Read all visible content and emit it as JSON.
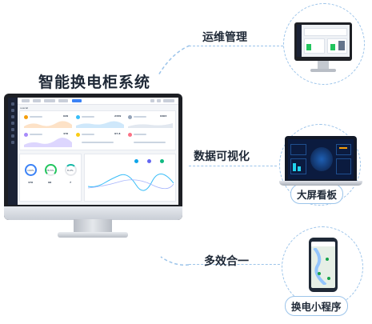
{
  "main_title": "智能换电柜系统",
  "features": {
    "ops": "运维管理",
    "dataviz": "数据可视化",
    "bigscreen": "大屏看板",
    "multi": "多效合一",
    "miniapp": "换电小程序"
  },
  "dashboard": {
    "section_overview": "overall",
    "kpis": [
      "629",
      "2339",
      "9403",
      "476",
      "97.8",
      ""
    ],
    "rings": [
      "100%",
      "78.5%",
      "8.2%"
    ],
    "ring_values": [
      "476",
      "98",
      "7"
    ]
  },
  "colors": {
    "accent": "#3b82f6",
    "dashed_line": "#9cc4ea",
    "text": "#1f2937"
  }
}
